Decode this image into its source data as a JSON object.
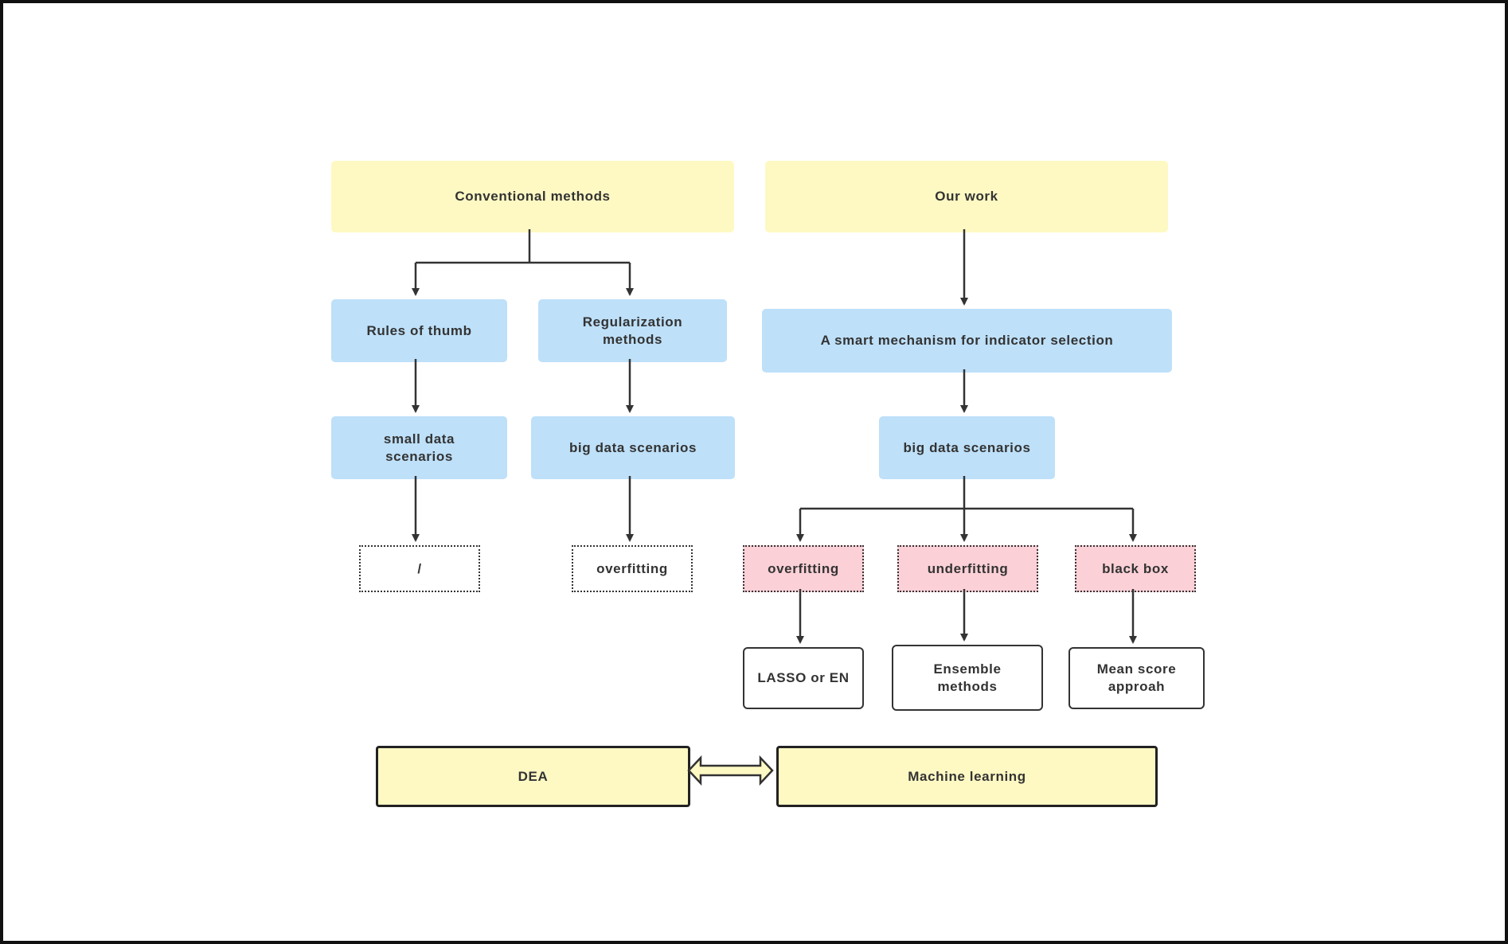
{
  "diagram": {
    "conventional_methods": "Conventional methods",
    "our_work": "Our work",
    "rules_of_thumb": "Rules of thumb",
    "regularization_methods": "Regularization methods",
    "smart_mechanism": "A smart mechanism for indicator selection",
    "small_data_scenarios": "small data scenarios",
    "big_data_scenarios_left": "big data scenarios",
    "big_data_scenarios_right": "big data scenarios",
    "slash": "/",
    "overfitting_left": "overfitting",
    "overfitting_right": "overfitting",
    "underfitting": "underfitting",
    "black_box": "black box",
    "lasso_or_en": "LASSO or EN",
    "ensemble_methods": "Ensemble methods",
    "mean_score": "Mean score approah",
    "dea": "DEA",
    "machine_learning": "Machine learning"
  },
  "colors": {
    "yellow": "#fef9c3",
    "blue": "#bee0f9",
    "pink": "#fcd0d7",
    "line": "#333333"
  }
}
